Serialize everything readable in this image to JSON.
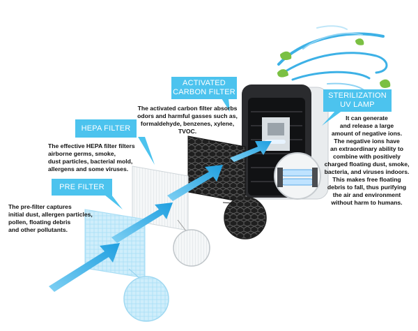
{
  "labels": {
    "pre_filter": "PRE FILTER",
    "hepa_filter": "HEPA FILTER",
    "activated_carbon": [
      "ACTIVATED",
      "CARBON FILTER"
    ],
    "sterilization": [
      "STERILIZATION",
      "UV LAMP"
    ]
  },
  "descriptions": {
    "pre_filter": [
      "The pre-filter captures",
      "initial dust, allergen particles,",
      "pollen, floating debris",
      "and other pollutants."
    ],
    "hepa_filter": [
      "The effective HEPA filter filters",
      "airborne germs, smoke,",
      "dust particles, bacterial mold,",
      "allergens and some viruses."
    ],
    "activated_carbon": [
      "The activated carbon filter absorbs",
      "odors and harmful gasses such as,",
      "formaldehyde, benzenes, xylene,",
      "TVOC."
    ],
    "sterilization": [
      "It can generate",
      "and release a large",
      "amount of negative ions.",
      "The negative ions have",
      "an extraordinary ability to",
      "combine with positively",
      "charged floating dust, smoke,",
      "bacteria, and viruses indoors.",
      "This makes free floating",
      "debris to fall, thus purifying",
      "the air and environment",
      "without harm to humans."
    ]
  },
  "icons": {
    "wind": "wind-swirl-icon",
    "leaf": "leaf-icon",
    "arrow": "flow-arrow-icon"
  },
  "colors": {
    "label_bg": "#4cc3ee",
    "arrow": "#2fa9e3",
    "leaf": "#7bc043",
    "wind": "#3db1e6"
  }
}
